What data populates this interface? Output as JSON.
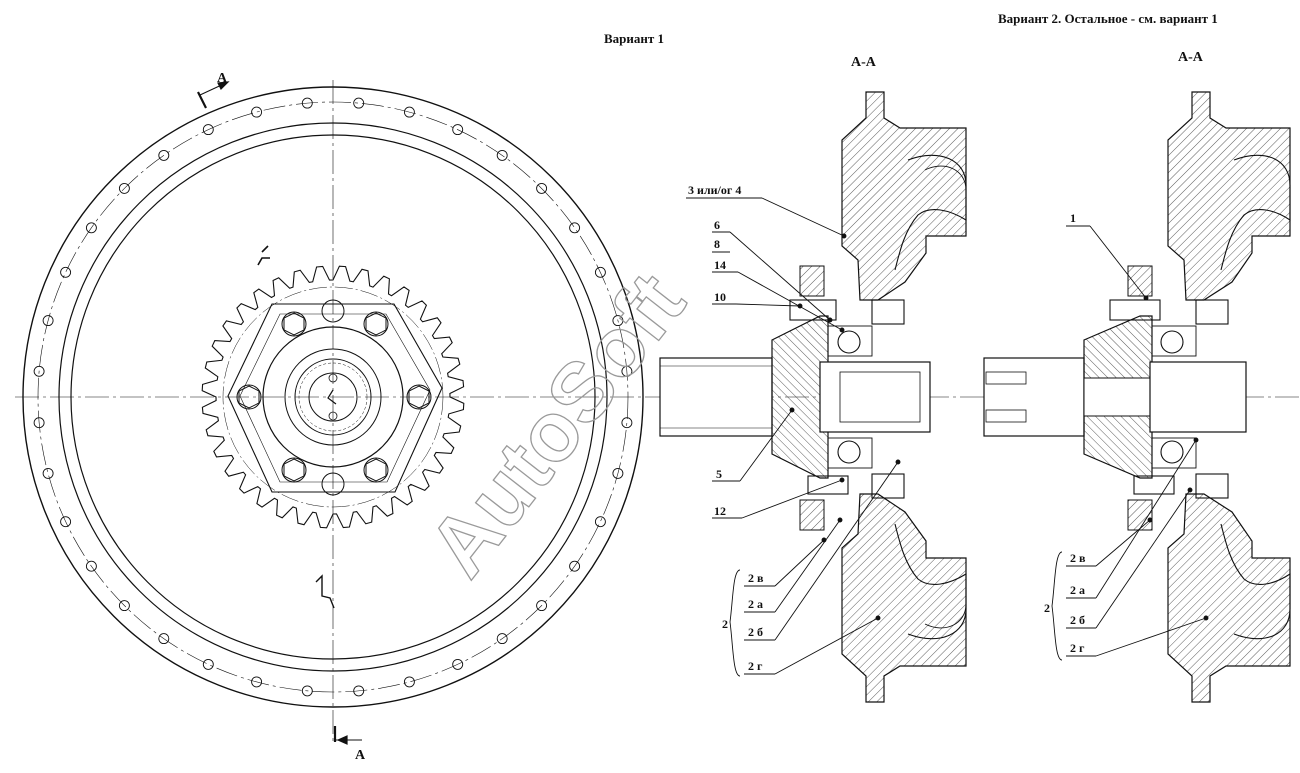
{
  "header": {
    "variant1": "Вариант 1",
    "variant2": "Вариант 2. Остальное - см. вариант 1"
  },
  "section_marks": {
    "top": "A",
    "bottom": "A",
    "view1": "A-A",
    "view2": "A-A"
  },
  "callouts": {
    "p3or4": "3 или/ог 4",
    "p6": "6",
    "p8": "8",
    "p14": "14",
    "p10": "10",
    "p5": "5",
    "p12": "12",
    "p1": "1",
    "p2": "2",
    "p2v": "2 в",
    "p2a": "2 а",
    "p2b": "2 б",
    "p2g": "2 г"
  },
  "watermark": "AutoSoft",
  "colors": {
    "ink": "#111111",
    "watermark": "#9a9a9a"
  }
}
